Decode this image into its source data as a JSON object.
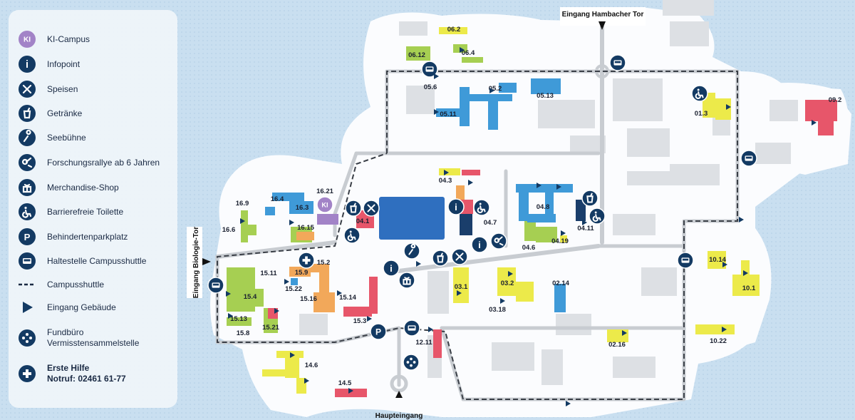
{
  "legend": {
    "items": [
      {
        "icon": "ki-campus-icon",
        "label": "KI-Campus"
      },
      {
        "icon": "info-icon",
        "label": "Infopoint"
      },
      {
        "icon": "cutlery-icon",
        "label": "Speisen"
      },
      {
        "icon": "drink-icon",
        "label": "Getränke"
      },
      {
        "icon": "microphone-icon",
        "label": "Seebühne"
      },
      {
        "icon": "rally-icon",
        "label": "Forschungsrallye ab 6 Jahren"
      },
      {
        "icon": "gift-icon",
        "label": "Merchandise-Shop"
      },
      {
        "icon": "wheelchair-icon",
        "label": "Barrierefreie Toilette"
      },
      {
        "icon": "parking-icon",
        "label": "Behindertenparkplatz"
      },
      {
        "icon": "bus-icon",
        "label": "Haltestelle Campusshuttle"
      },
      {
        "icon": "dashed-line-icon",
        "label": "Campusshuttle"
      },
      {
        "icon": "triangle-icon",
        "label": "Eingang Gebäude"
      },
      {
        "icon": "lost-found-icon",
        "label": "Fundbüro\nVermisstensammelstelle"
      },
      {
        "icon": "first-aid-icon",
        "label": "Erste Hilfe\nNotruf: 02461 61-77"
      }
    ]
  },
  "gates": {
    "hambacher": "Eingang Hambacher Tor",
    "biologie": "Eingang Biologie-Tor",
    "haupt": "Haupteingang"
  },
  "icons": {
    "ki_badge": "KI",
    "info_glyph": "i",
    "parking_glyph": "P"
  },
  "buildings": [
    {
      "label": "06.2"
    },
    {
      "label": "06.12"
    },
    {
      "label": "06.4"
    },
    {
      "label": "05.6"
    },
    {
      "label": "05.2"
    },
    {
      "label": "05.13"
    },
    {
      "label": "05.11"
    },
    {
      "label": "01.3"
    },
    {
      "label": "09.2"
    },
    {
      "label": "04.3"
    },
    {
      "label": "04.1"
    },
    {
      "label": "04.7"
    },
    {
      "label": "04.8"
    },
    {
      "label": "04.6"
    },
    {
      "label": "04.11"
    },
    {
      "label": "04.19"
    },
    {
      "label": "16.21"
    },
    {
      "label": "16.4"
    },
    {
      "label": "16.3"
    },
    {
      "label": "16.9"
    },
    {
      "label": "16.6"
    },
    {
      "label": "16.15"
    },
    {
      "label": "15.2"
    },
    {
      "label": "15.9"
    },
    {
      "label": "15.11"
    },
    {
      "label": "15.22"
    },
    {
      "label": "15.4"
    },
    {
      "label": "15.16"
    },
    {
      "label": "15.14"
    },
    {
      "label": "15.13"
    },
    {
      "label": "15.8"
    },
    {
      "label": "15.21"
    },
    {
      "label": "15.3"
    },
    {
      "label": "03.1"
    },
    {
      "label": "03.2"
    },
    {
      "label": "03.18"
    },
    {
      "label": "02.14"
    },
    {
      "label": "10.14"
    },
    {
      "label": "10.1"
    },
    {
      "label": "10.22"
    },
    {
      "label": "02.16"
    },
    {
      "label": "12.11"
    },
    {
      "label": "14.6"
    },
    {
      "label": "14.5"
    }
  ],
  "colors": {
    "water": "#c9dff0",
    "land": "#fbfcfe",
    "road": "#cfd3d8",
    "building": "#dcdfe3",
    "yellow": "#ecea4a",
    "green": "#a6cf52",
    "blue": "#3f9ad8",
    "red": "#e7566a",
    "orange": "#f2a85a",
    "navy": "#133a63",
    "lake": "#2f6fbf"
  }
}
